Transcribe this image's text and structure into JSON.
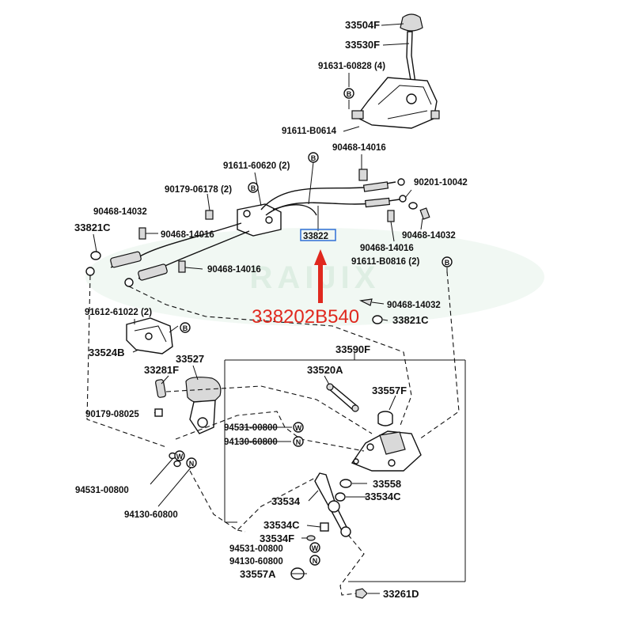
{
  "watermark": "RAIJIX",
  "highlight": {
    "part_number": "338202B540",
    "target_label": "33822",
    "color": "#e0281e"
  },
  "callouts": {
    "w_symbol": "W",
    "n_symbol": "N",
    "b_symbol": "B"
  },
  "labels": {
    "knob": "33504F",
    "lever": "33530F",
    "bolt_91631": "91631-60828 (4)",
    "bolt_91611_b0614": "91611-B0614",
    "clip_90468_a": "90468-14016",
    "bolt_91611_60620": "91611-60620 (2)",
    "nut_90179_06178": "90179-06178 (2)",
    "washer_90201": "90201-10042",
    "clip_90468_14032_a": "90468-14032",
    "retainer_33821c_a": "33821C",
    "clip_90468_b": "90468-14016",
    "clip_90468_14032_b": "90468-14032",
    "clip_90468_c": "90468-14016",
    "bolt_91611_b0816": "91611-B0816 (2)",
    "clip_90468_d": "90468-14016",
    "clip_90468_14032_c": "90468-14032",
    "retainer_33821c_b": "33821C",
    "bolt_91612": "91612-61022 (2)",
    "bracket_33524b": "33524B",
    "housing_33590f": "33590F",
    "bellcrank_33527": "33527",
    "pin_33281f": "33281F",
    "link_33520a": "33520A",
    "bushing_33557f": "33557F",
    "nut_90179_08025": "90179-08025",
    "washer_94531_a": "94531-00800",
    "nut_94130_a": "94130-60800",
    "washer_94531_b": "94531-00800",
    "nut_94130_b": "94130-60800",
    "bushing_33558": "33558",
    "lever_33534": "33534",
    "collar_33534c_a": "33534C",
    "collar_33534c_b": "33534C",
    "washer_33534f": "33534F",
    "washer_94531_c": "94531-00800",
    "nut_94130_c": "94130-60800",
    "bushing_33557a": "33557A",
    "bolt_33261d": "33261D"
  }
}
